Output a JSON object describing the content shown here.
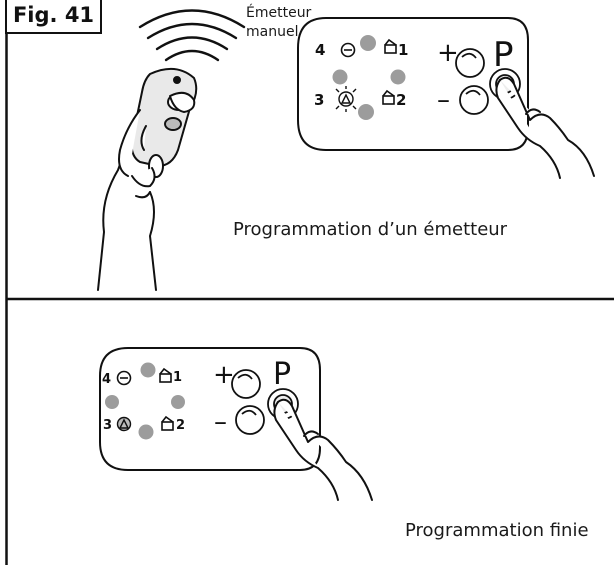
{
  "figure": {
    "label": "Fig. 41"
  },
  "panel_top": {
    "remote_label_line1": "Émetteur",
    "remote_label_line2": "manuel",
    "caption": "Programmation d’un émetteur",
    "keypad": {
      "channels": [
        "4",
        "1",
        "3",
        "2"
      ],
      "plus": "+",
      "minus": "–",
      "program_key": "P"
    }
  },
  "panel_bottom": {
    "caption": "Programmation finie",
    "keypad": {
      "channels": [
        "4",
        "1",
        "3",
        "2"
      ],
      "plus": "+",
      "minus": "–",
      "program_key": "P"
    }
  }
}
